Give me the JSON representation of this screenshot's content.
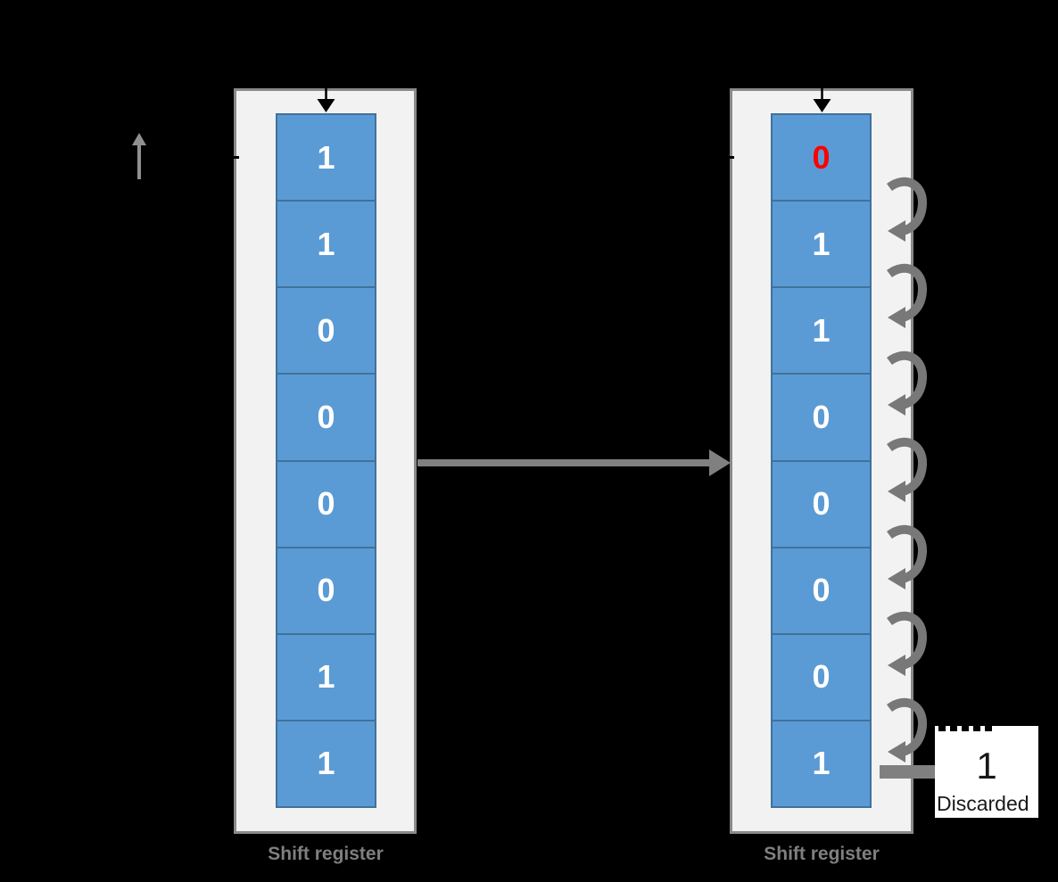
{
  "left_register": {
    "bits": [
      "1",
      "1",
      "0",
      "0",
      "0",
      "0",
      "1",
      "1"
    ],
    "label": "Shift register"
  },
  "right_register": {
    "bits": [
      "0",
      "1",
      "1",
      "0",
      "0",
      "0",
      "0",
      "1"
    ],
    "highlighted_index": 0,
    "label": "Shift register"
  },
  "discarded": {
    "value": "1",
    "label": "Discarded"
  },
  "colors": {
    "background": "#000000",
    "panel_fill": "#f2f2f2",
    "panel_border": "#8a8a8a",
    "cell_fill": "#5b9bd5",
    "cell_border": "#41719c",
    "bit_text": "#ffffff",
    "highlight": "#ff0000",
    "label": "#7f7f7f",
    "arrow": "#808080",
    "arc": "#787878",
    "input_arrow": "#000000",
    "box_fill": "#ffffff"
  },
  "icons": {
    "up_arrow": "up-arrow",
    "input_arrows": "down-arrow",
    "transfer_arrow": "right-arrow",
    "shift_arcs": "curved-down-arrow",
    "discard_arrow": "right-arrow"
  }
}
